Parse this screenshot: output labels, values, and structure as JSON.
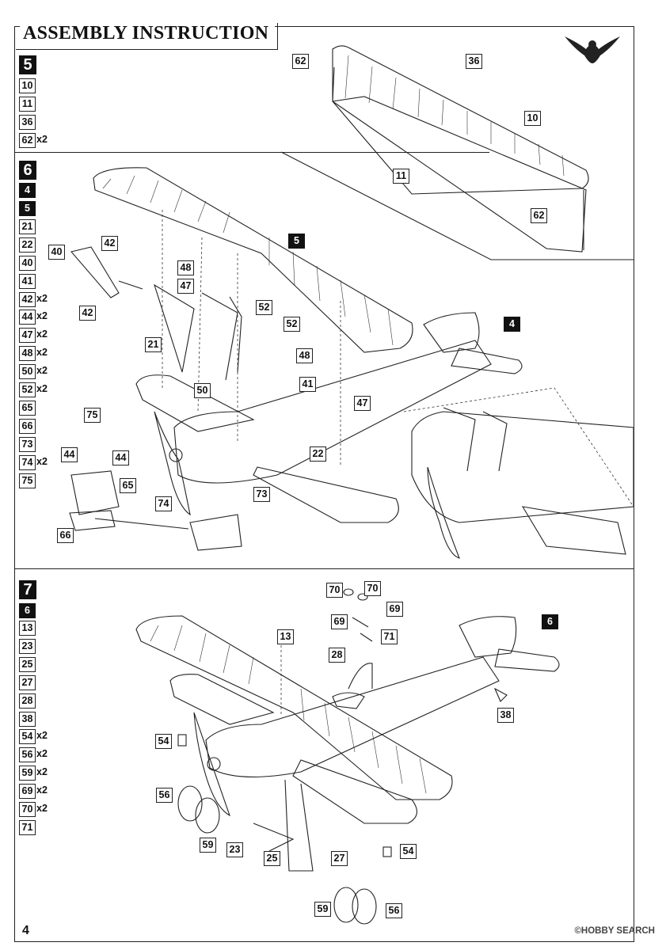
{
  "header": {
    "title": "ASSEMBLY INSTRUCTION"
  },
  "footer": {
    "page": "4",
    "watermark": "©HOBBY SEARCH"
  },
  "steps": [
    {
      "number": "5",
      "parts": [
        {
          "label": "10",
          "qty": ""
        },
        {
          "label": "11",
          "qty": ""
        },
        {
          "label": "36",
          "qty": ""
        },
        {
          "label": "62",
          "qty": "x2"
        }
      ]
    },
    {
      "number": "6",
      "parts": [
        {
          "label": "4",
          "qty": "",
          "dark": true
        },
        {
          "label": "5",
          "qty": "",
          "dark": true
        },
        {
          "label": "21",
          "qty": ""
        },
        {
          "label": "22",
          "qty": ""
        },
        {
          "label": "40",
          "qty": ""
        },
        {
          "label": "41",
          "qty": ""
        },
        {
          "label": "42",
          "qty": "x2"
        },
        {
          "label": "44",
          "qty": "x2"
        },
        {
          "label": "47",
          "qty": "x2"
        },
        {
          "label": "48",
          "qty": "x2"
        },
        {
          "label": "50",
          "qty": "x2"
        },
        {
          "label": "52",
          "qty": "x2"
        },
        {
          "label": "65",
          "qty": ""
        },
        {
          "label": "66",
          "qty": ""
        },
        {
          "label": "73",
          "qty": ""
        },
        {
          "label": "74",
          "qty": "x2"
        },
        {
          "label": "75",
          "qty": ""
        }
      ]
    },
    {
      "number": "7",
      "parts": [
        {
          "label": "6",
          "qty": "",
          "dark": true
        },
        {
          "label": "13",
          "qty": ""
        },
        {
          "label": "23",
          "qty": ""
        },
        {
          "label": "25",
          "qty": ""
        },
        {
          "label": "27",
          "qty": ""
        },
        {
          "label": "28",
          "qty": ""
        },
        {
          "label": "38",
          "qty": ""
        },
        {
          "label": "54",
          "qty": "x2"
        },
        {
          "label": "56",
          "qty": "x2"
        },
        {
          "label": "59",
          "qty": "x2"
        },
        {
          "label": "69",
          "qty": "x2"
        },
        {
          "label": "70",
          "qty": "x2"
        },
        {
          "label": "71",
          "qty": ""
        }
      ]
    }
  ],
  "callouts": {
    "s5": [
      "62",
      "36",
      "10",
      "11",
      "62"
    ],
    "s6": [
      "42",
      "40",
      "42",
      "48",
      "47",
      "21",
      "52",
      "52",
      "5",
      "48",
      "41",
      "4",
      "47",
      "50",
      "22",
      "75",
      "44",
      "44",
      "65",
      "74",
      "73",
      "66"
    ],
    "s7": [
      "70",
      "70",
      "69",
      "69",
      "71",
      "28",
      "13",
      "6",
      "38",
      "54",
      "56",
      "59",
      "23",
      "25",
      "27",
      "54",
      "59",
      "56"
    ]
  }
}
